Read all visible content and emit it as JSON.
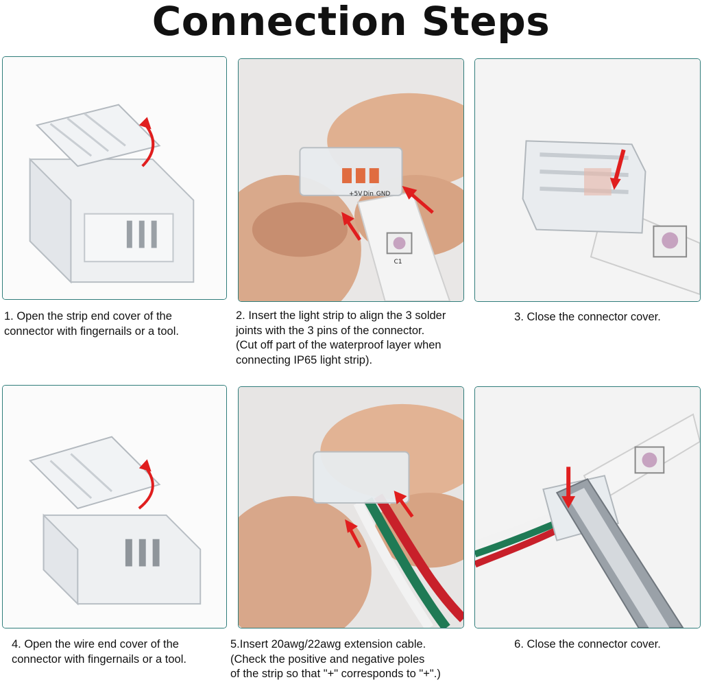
{
  "title": "Connection Steps",
  "steps": [
    {
      "lines": [
        "1. Open the strip end cover of the",
        "connector with fingernails or a tool."
      ]
    },
    {
      "lines": [
        "2. Insert the light strip to align the 3 solder",
        " joints with the 3 pins of the connector.",
        " (Cut off part of the waterproof layer when",
        "  connecting IP65 light strip)."
      ]
    },
    {
      "lines": [
        "3. Close the connector cover."
      ]
    },
    {
      "lines": [
        "4. Open the wire end cover of the",
        "connector with fingernails or a tool."
      ]
    },
    {
      "lines": [
        "5.Insert 20awg/22awg extension cable.",
        " (Check the positive and negative poles",
        " of the strip so that \"+\" corresponds to \"+\".)"
      ]
    },
    {
      "lines": [
        "6. Close the connector cover."
      ]
    }
  ],
  "strip_labels": {
    "plus": "+5V",
    "din": "Din",
    "gnd": "GND",
    "chip": "C1"
  },
  "colors": {
    "border": "#2f7c7a",
    "arrow": "#e01e1e",
    "wire_red": "#c8202a",
    "wire_green": "#1f7a55",
    "wire_white": "#f2f2f2"
  }
}
